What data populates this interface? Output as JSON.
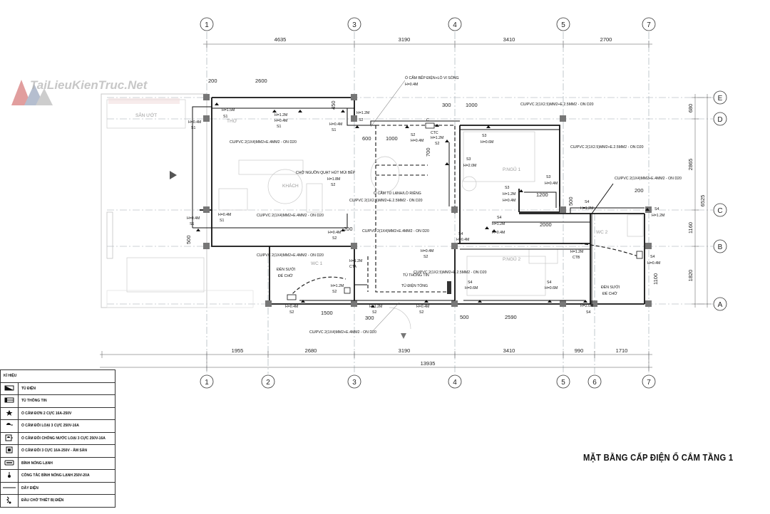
{
  "title": "MẶT BẰNG CẤP ĐIỆN Ổ CẮM TẦNG 1",
  "watermark": "TaiLieuKienTruc.Net",
  "axes_top": [
    "1",
    "3",
    "4",
    "5",
    "7"
  ],
  "axes_bottom": [
    "1",
    "2",
    "3",
    "4",
    "5",
    "6",
    "7"
  ],
  "axes_right": [
    "E",
    "D",
    "C",
    "B",
    "A"
  ],
  "dims_top": [
    "4635",
    "3190",
    "3410",
    "2700"
  ],
  "dims_bottom": [
    "1955",
    "2680",
    "3190",
    "3410",
    "990",
    "1710"
  ],
  "dim_total": "13935",
  "dims_right_inner": [
    "680",
    "2865",
    "1160",
    "1820"
  ],
  "dim_right_total": "6525",
  "rooms": {
    "san_uot": "SÂN ƯỚT",
    "tho": "THỜ",
    "khach": "KHÁCH",
    "ngu1": "P.NGỦ 1",
    "ngu2": "P.NGỦ 2",
    "wc1": "WC 1",
    "wc2": "WC 2"
  },
  "labels": {
    "o_cam_bep": "Ổ CẮM BẾP ĐIỆN+LÒ VI SÓNG",
    "h04": "H=0.4M",
    "h12": "H=1.2M",
    "h15": "H=1.5M",
    "h18": "H=1.8M",
    "h20": "H=2.0M",
    "h06": "H=0.6M",
    "cho_nguon": "CHỜ NGUỒN QUẠT HÚT MÙI BẾP",
    "o_cam_tu": "Ổ CẮM TỦ LẠNH/LÒ RIÊNG",
    "tu_thong_tin": "TỦ THÔNG TIN",
    "tu_dien_tong": "TỦ ĐIỆN TỔNG",
    "den_suoi": "ĐÈN SƯỞI",
    "de_cho": "ĐỂ CHỜ",
    "cu1": "CU/PVC 2(1X4)MM2+E.4MM2 - ON D20",
    "cu2": "CU/PVC 2(1X2.5)MM2+E.2.5MM2 - ON D20",
    "cu3": "CU/PVC 2(1X2.5)MM2+E.2.5MM2 - ON D20",
    "s1": "S1",
    "s2": "S2",
    "s3": "S3",
    "s4": "S4",
    "ctc": "CTC",
    "cta": "CTA",
    "ctb": "CTB",
    "c": "C",
    "d2600": "2600",
    "d200": "200",
    "d300": "300",
    "d1000": "1000",
    "d1200": "1200",
    "d2000": "2000",
    "d500": "500",
    "d1500": "1500",
    "d2590": "2590",
    "d450": "450",
    "d600": "600",
    "d700": "700",
    "d1100": "1100"
  },
  "legend": {
    "header": "KÍ HIỆU",
    "rows": [
      {
        "icon": "panel-icon",
        "label": "TỦ ĐIỆN"
      },
      {
        "icon": "info-box-icon",
        "label": "TỦ THÔNG TIN"
      },
      {
        "icon": "socket-single-icon",
        "label": "Ổ CẮM ĐƠN 2 CỰC 16A-250V"
      },
      {
        "icon": "socket-double-icon",
        "label": "Ổ CẮM ĐÔI LOẠI 3 CỰC 250V-16A"
      },
      {
        "icon": "socket-waterproof-icon",
        "label": "Ổ CẮM ĐÔI CHỐNG NƯỚC  LOẠI 3 CỰC 250V-16A"
      },
      {
        "icon": "socket-floor-icon",
        "label": "Ổ CẮM ĐÔI 3 CỰC 16A-250V - ÂM SÀN"
      },
      {
        "icon": "water-heater-icon",
        "label": "BÌNH NÓNG LẠNH"
      },
      {
        "icon": "heater-switch-icon",
        "label": "CÔNG TẮC BÌNH NÓNG LẠNH 250V-20A"
      },
      {
        "icon": "wire-line-icon",
        "label": "DÂY ĐIỆN"
      },
      {
        "icon": "device-outlet-icon",
        "label": "ĐẦU CHỜ THIẾT BỊ ĐIỆN"
      }
    ]
  }
}
